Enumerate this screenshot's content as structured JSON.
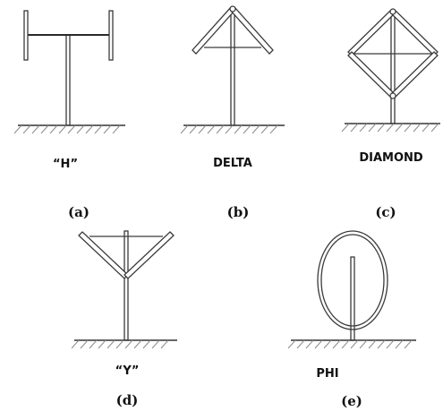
{
  "figure": {
    "panels": [
      {
        "id": "a",
        "name": "“H”",
        "letter": "(a)"
      },
      {
        "id": "b",
        "name": "DELTA",
        "letter": "(b)"
      },
      {
        "id": "c",
        "name": "DIAMOND",
        "letter": "(c)"
      },
      {
        "id": "d",
        "name": "“Y”",
        "letter": "(d)"
      },
      {
        "id": "e",
        "name": "PHI",
        "letter": "(e)"
      }
    ]
  },
  "colors": {
    "structure": "#3a3a3a",
    "ground_hatch": "#8a8a8a",
    "text": "#111111",
    "background": "#ffffff"
  }
}
